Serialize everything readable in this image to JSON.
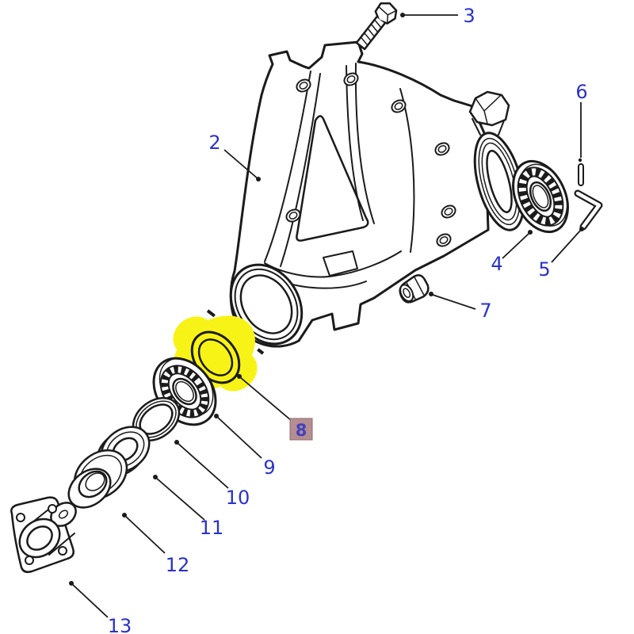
{
  "diagram": {
    "type": "exploded-parts-diagram",
    "subject": "differential-housing-assembly",
    "highlighted_callout": "8",
    "callouts": [
      {
        "id": "2",
        "label": "2"
      },
      {
        "id": "3",
        "label": "3"
      },
      {
        "id": "4",
        "label": "4"
      },
      {
        "id": "5",
        "label": "5"
      },
      {
        "id": "6",
        "label": "6"
      },
      {
        "id": "7",
        "label": "7"
      },
      {
        "id": "8",
        "label": "8"
      },
      {
        "id": "9",
        "label": "9"
      },
      {
        "id": "10",
        "label": "10"
      },
      {
        "id": "11",
        "label": "11"
      },
      {
        "id": "12",
        "label": "12"
      },
      {
        "id": "13",
        "label": "13"
      }
    ],
    "colors": {
      "background": "#ffffff",
      "line": "#1b1b1b",
      "label_text": "#2a32c8",
      "highlight": "#f8f316",
      "highlight_label_bg": "#b48e90",
      "highlight_label_border": "#8d6b6e",
      "highlight_label_text": "#4340bf"
    }
  }
}
